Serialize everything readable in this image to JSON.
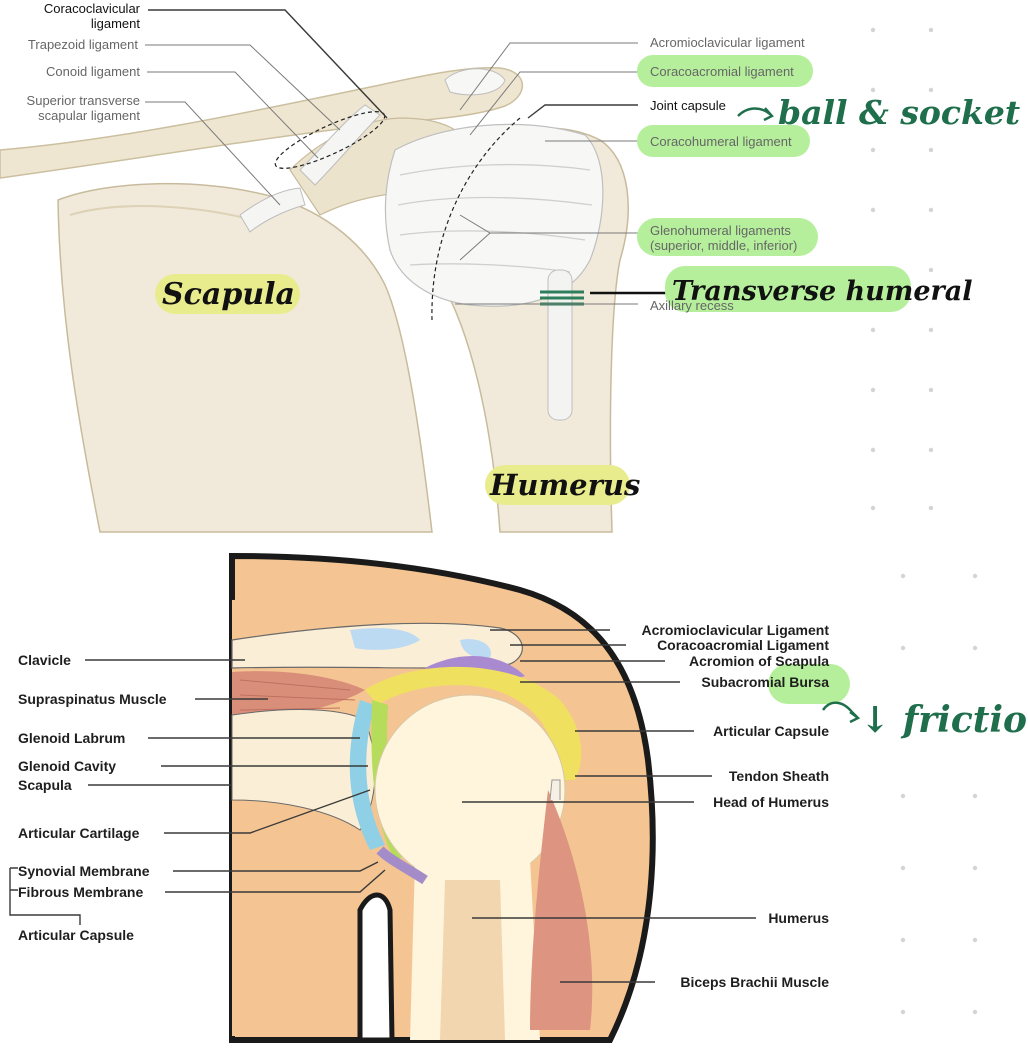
{
  "figure1": {
    "labels": {
      "coracoclavicular": [
        "Coracoclavicular",
        "ligament"
      ],
      "trapezoid": "Trapezoid ligament",
      "conoid": "Conoid ligament",
      "superior_transverse": [
        "Superior transverse",
        "scapular ligament"
      ],
      "acromioclavicular": "Acromioclavicular ligament",
      "coracoacromial": "Coracoacromial ligament",
      "joint_capsule": "Joint capsule",
      "coracohumeral": "Coracohumeral ligament",
      "glenohumeral": [
        "Glenohumeral ligaments",
        "(superior, middle, inferior)"
      ],
      "axillary_recess": "Axillary recess"
    },
    "handwriting": {
      "joint_capsule_note": "ball & socket",
      "transverse_humeral": "Transverse humeral",
      "scapula": "Scapula",
      "humerus": "Humerus"
    }
  },
  "figure2": {
    "left_labels": {
      "clavicle": "Clavicle",
      "supraspinatus": "Supraspinatus Muscle",
      "glenoid_labrum": "Glenoid Labrum",
      "glenoid_cavity": "Glenoid Cavity",
      "scapula": "Scapula",
      "articular_cartilage": "Articular Cartilage",
      "synovial_membrane": "Synovial Membrane",
      "fibrous_membrane": "Fibrous Membrane",
      "articular_capsule": "Articular Capsule"
    },
    "right_labels": {
      "acromioclavicular": "Acromioclavicular Ligament",
      "coracoacromial": "Coracoacromial Ligament",
      "acromion": "Acromion of Scapula",
      "subacromial_bursa": "Subacromial Bursa",
      "articular_capsule": "Articular Capsule",
      "tendon_sheath": "Tendon Sheath",
      "head_of_humerus": "Head of Humerus",
      "humerus": "Humerus",
      "biceps": "Biceps Brachii Muscle"
    },
    "handwriting": {
      "bursa_note": "↓ friction"
    }
  },
  "colors": {
    "highlight_green": "#b6ef9c",
    "highlight_yellow": "#e9ec8c",
    "ink_green": "#1f6e4c",
    "bone": "#efe8d8",
    "skin": "#f4c592"
  }
}
